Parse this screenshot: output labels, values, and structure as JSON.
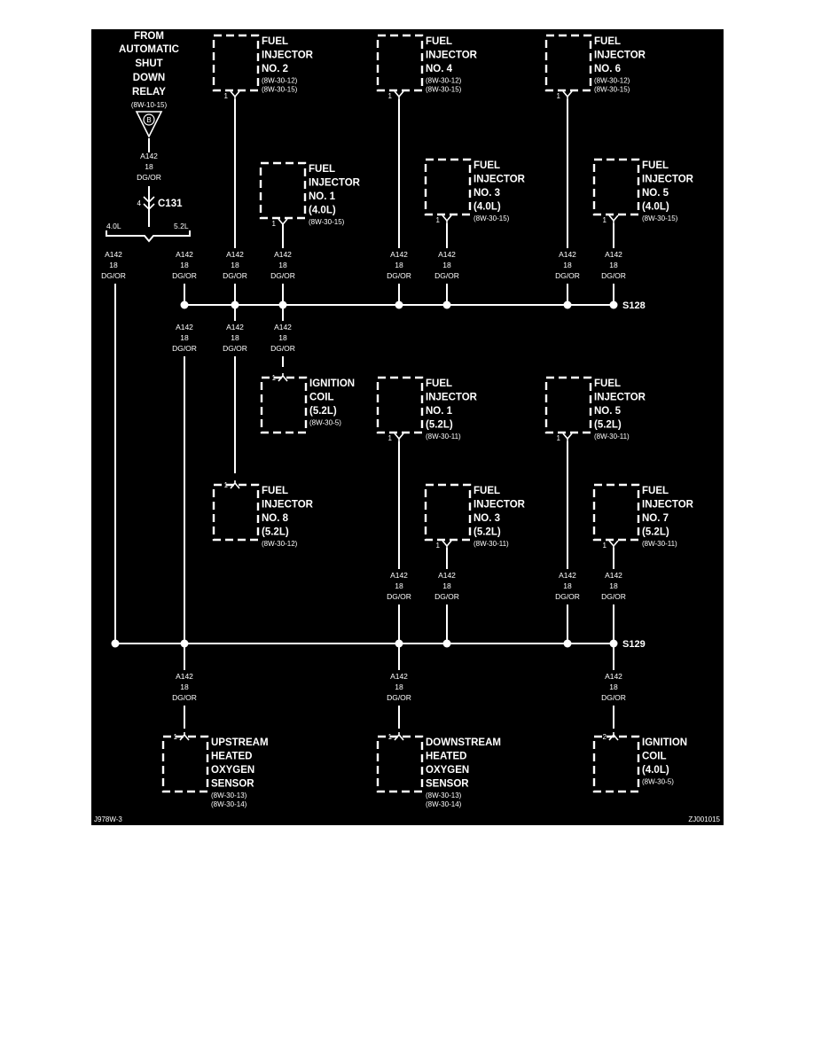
{
  "colors": {
    "background": "#000000",
    "foreground": "#ffffff",
    "page": "#ffffff"
  },
  "asd": {
    "lines": [
      "FROM",
      "AUTOMATIC",
      "SHUT",
      "DOWN",
      "RELAY"
    ],
    "ref": "(8W-10-15)",
    "terminal": "B"
  },
  "source_wire": [
    "A142",
    "18",
    "DG/OR"
  ],
  "c131": {
    "label": "C131",
    "pin": "4"
  },
  "branches": {
    "left": "4.0L",
    "right": "5.2L"
  },
  "wire": [
    "A142",
    "18",
    "DG/OR"
  ],
  "splices": {
    "s128": "S128",
    "s129": "S129"
  },
  "components": [
    {
      "id": "inj2",
      "lines": [
        "FUEL",
        "INJECTOR",
        "NO. 2"
      ],
      "refs": [
        "(8W-30-12)",
        "(8W-30-15)"
      ],
      "pin": "1"
    },
    {
      "id": "inj4",
      "lines": [
        "FUEL",
        "INJECTOR",
        "NO. 4"
      ],
      "refs": [
        "(8W-30-12)",
        "(8W-30-15)"
      ],
      "pin": "1"
    },
    {
      "id": "inj6",
      "lines": [
        "FUEL",
        "INJECTOR",
        "NO. 6"
      ],
      "refs": [
        "(8W-30-12)",
        "(8W-30-15)"
      ],
      "pin": "1"
    },
    {
      "id": "inj1-40",
      "lines": [
        "FUEL",
        "INJECTOR",
        "NO. 1",
        "(4.0L)"
      ],
      "refs": [
        "(8W-30-15)"
      ],
      "pin": "1"
    },
    {
      "id": "inj3-40",
      "lines": [
        "FUEL",
        "INJECTOR",
        "NO. 3",
        "(4.0L)"
      ],
      "refs": [
        "(8W-30-15)"
      ],
      "pin": "1"
    },
    {
      "id": "inj5-40",
      "lines": [
        "FUEL",
        "INJECTOR",
        "NO. 5",
        "(4.0L)"
      ],
      "refs": [
        "(8W-30-15)"
      ],
      "pin": "1"
    },
    {
      "id": "coil-52",
      "lines": [
        "IGNITION",
        "COIL",
        "(5.2L)"
      ],
      "refs": [
        "(8W-30-5)"
      ],
      "pin": "1"
    },
    {
      "id": "inj1-52",
      "lines": [
        "FUEL",
        "INJECTOR",
        "NO. 1",
        "(5.2L)"
      ],
      "refs": [
        "(8W-30-11)"
      ],
      "pin": "1"
    },
    {
      "id": "inj5-52",
      "lines": [
        "FUEL",
        "INJECTOR",
        "NO. 5",
        "(5.2L)"
      ],
      "refs": [
        "(8W-30-11)"
      ],
      "pin": "1"
    },
    {
      "id": "inj8-52",
      "lines": [
        "FUEL",
        "INJECTOR",
        "NO. 8",
        "(5.2L)"
      ],
      "refs": [
        "(8W-30-12)"
      ],
      "pin": "1"
    },
    {
      "id": "inj3-52",
      "lines": [
        "FUEL",
        "INJECTOR",
        "NO. 3",
        "(5.2L)"
      ],
      "refs": [
        "(8W-30-11)"
      ],
      "pin": "1"
    },
    {
      "id": "inj7-52",
      "lines": [
        "FUEL",
        "INJECTOR",
        "NO. 7",
        "(5.2L)"
      ],
      "refs": [
        "(8W-30-11)"
      ],
      "pin": "1"
    },
    {
      "id": "up-o2",
      "lines": [
        "UPSTREAM",
        "HEATED",
        "OXYGEN",
        "SENSOR"
      ],
      "refs": [
        "(8W-30-13)",
        "(8W-30-14)"
      ],
      "pin": "1"
    },
    {
      "id": "down-o2",
      "lines": [
        "DOWNSTREAM",
        "HEATED",
        "OXYGEN",
        "SENSOR"
      ],
      "refs": [
        "(8W-30-13)",
        "(8W-30-14)"
      ],
      "pin": "1"
    },
    {
      "id": "coil-40",
      "lines": [
        "IGNITION",
        "COIL",
        "(4.0L)"
      ],
      "refs": [
        "(8W-30-5)"
      ],
      "pin": "2"
    }
  ],
  "footer": {
    "left": "J978W-3",
    "right": "ZJ001015"
  }
}
